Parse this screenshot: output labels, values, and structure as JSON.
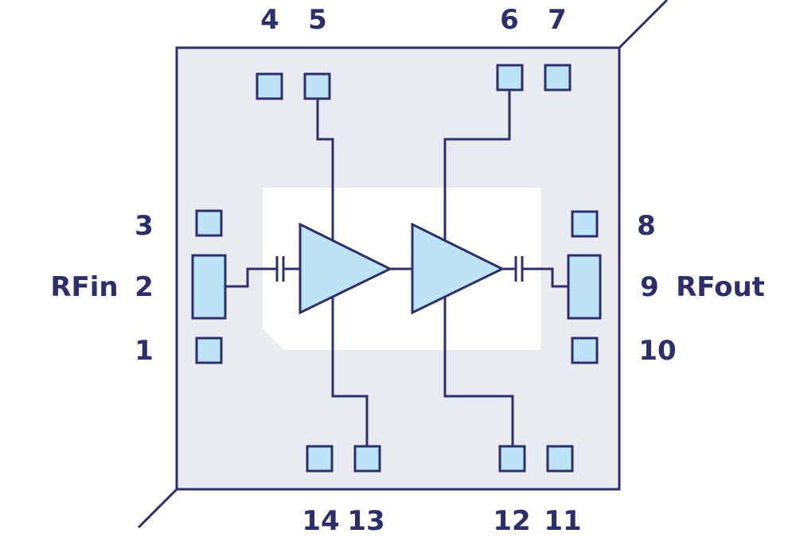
{
  "colors": {
    "stroke": "#2b2f6e",
    "package_fill": "#e8ebef",
    "pad_fill": "#bde3f7",
    "die_fill": "#ffffff",
    "amp_fill": "#bde3f7"
  },
  "pins": {
    "p1": "1",
    "p2": "2",
    "p3": "3",
    "p4": "4",
    "p5": "5",
    "p6": "6",
    "p7": "7",
    "p8": "8",
    "p9": "9",
    "p10": "10",
    "p11": "11",
    "p12": "12",
    "p13": "13",
    "p14": "14"
  },
  "ports": {
    "rf_in": "RFin",
    "rf_out": "RFout"
  }
}
